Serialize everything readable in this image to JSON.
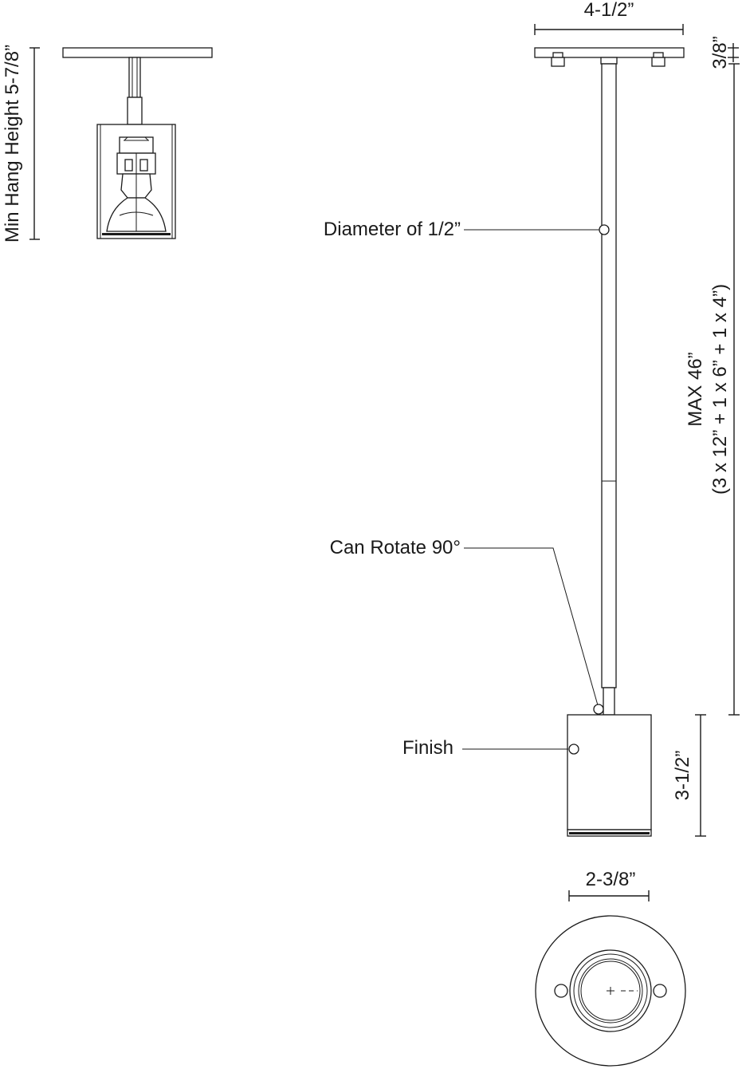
{
  "labels": {
    "min_hang_height": "Min Hang Height 5-7/8”",
    "canopy_width": "4-1/2”",
    "canopy_thickness": "3/8”",
    "diameter": "Diameter of 1/2”",
    "max_length_line1": "MAX 46”",
    "max_length_line2": "(3 x 12” + 1 x 6” + 1 x 4”)",
    "can_rotate": "Can Rotate 90°",
    "finish": "Finish",
    "head_height": "3-1/2”",
    "head_diameter": "2-3/8”"
  }
}
